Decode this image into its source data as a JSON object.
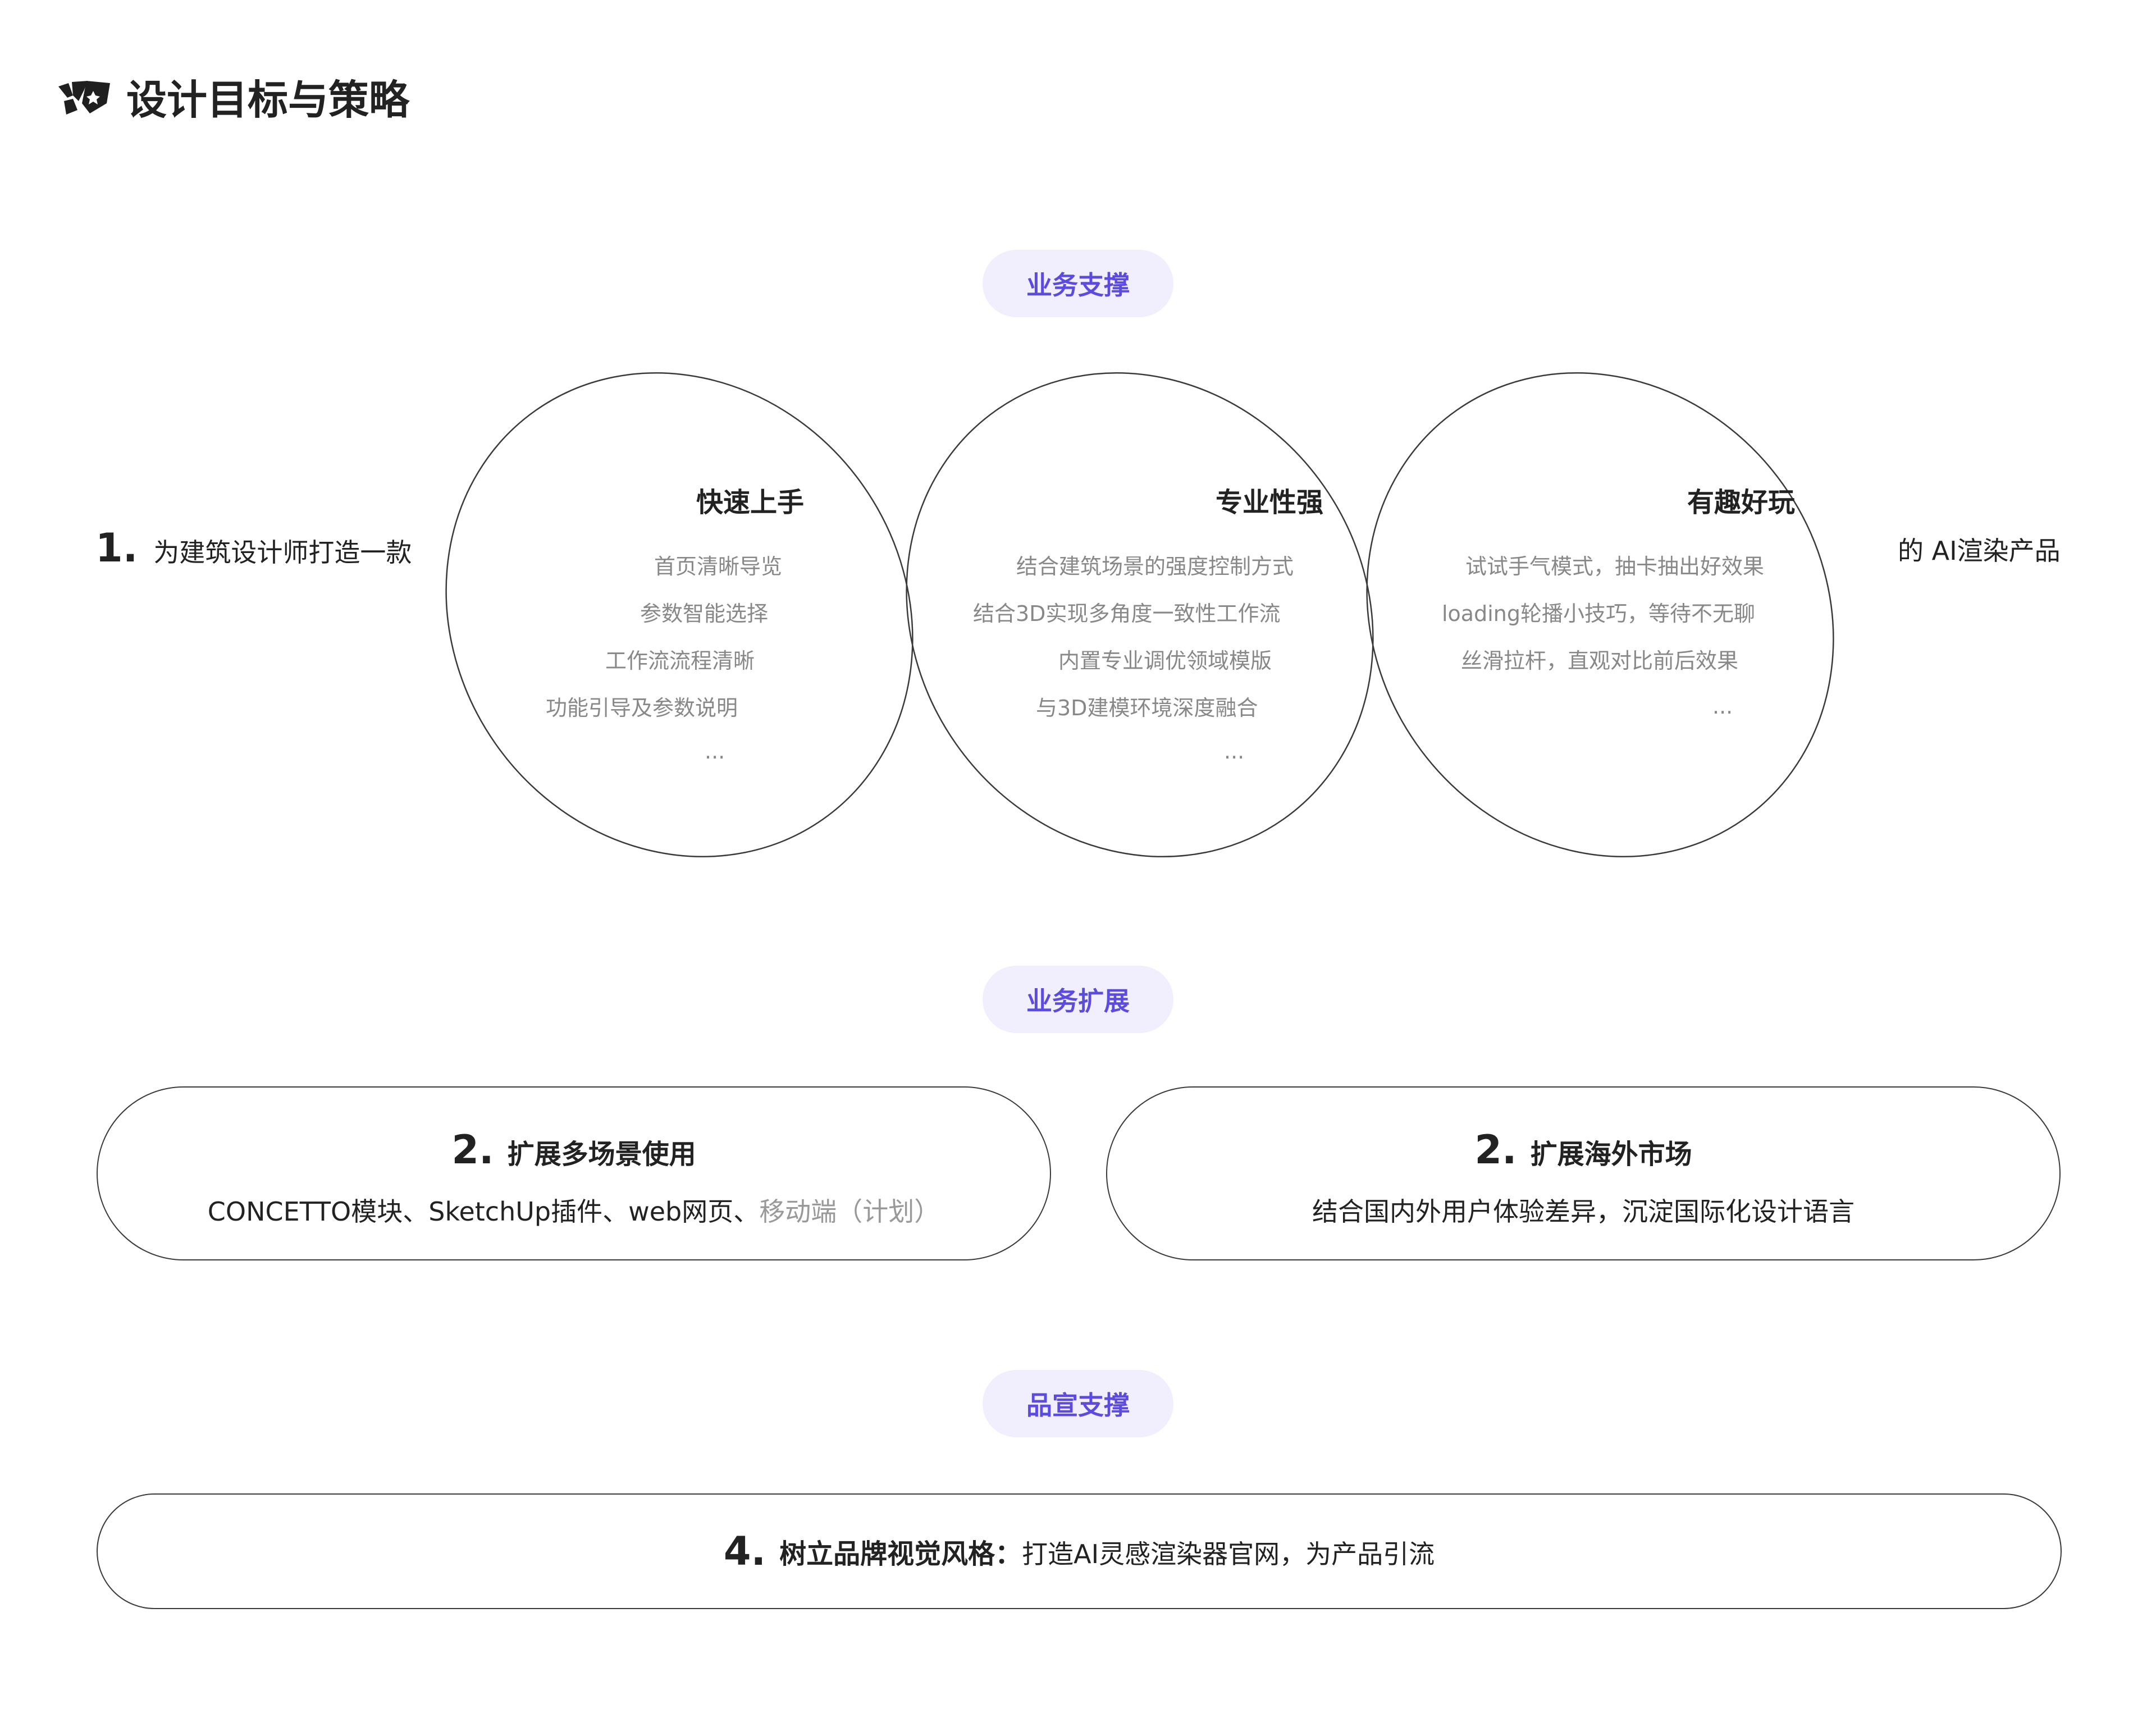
{
  "header": {
    "title": "设计目标与策略",
    "logo_icon": "brand-logo-icon"
  },
  "section_support": {
    "pill": "业务支撑",
    "number": "1.",
    "prefix": "为建筑设计师打造一款",
    "suffix": "的 AI渲染产品",
    "circles": [
      {
        "title": "快速上手",
        "items": [
          "首页清晰导览",
          "参数智能选择",
          "工作流流程清晰",
          "功能引导及参数说明",
          "..."
        ]
      },
      {
        "title": "专业性强",
        "items": [
          "结合建筑场景的强度控制方式",
          "结合3D实现多角度一致性工作流",
          "内置专业调优领域模版",
          "与3D建模环境深度融合",
          "..."
        ]
      },
      {
        "title": "有趣好玩",
        "items": [
          "试试手气模式，抽卡抽出好效果",
          "loading轮播小技巧，等待不无聊",
          "丝滑拉杆，直观对比前后效果",
          "..."
        ]
      }
    ]
  },
  "section_expand": {
    "pill": "业务扩展",
    "cards": [
      {
        "number": "2.",
        "title": "扩展多场景使用",
        "sub": "CONCETTO模块、SketchUp插件、web网页、",
        "sub_muted": "移动端（计划）"
      },
      {
        "number": "2.",
        "title": "扩展海外市场",
        "sub": "结合国内外用户体验差异，沉淀国际化设计语言",
        "sub_muted": ""
      }
    ]
  },
  "section_brand": {
    "pill": "品宣支撑",
    "number": "4.",
    "title": "树立品牌视觉风格：",
    "text": "打造AI灵感渲染器官网，为产品引流"
  },
  "colors": {
    "accent": "#5b4be0",
    "pill_bg": "#f1eefe",
    "muted": "#888888",
    "outline": "#3a3a3a"
  }
}
